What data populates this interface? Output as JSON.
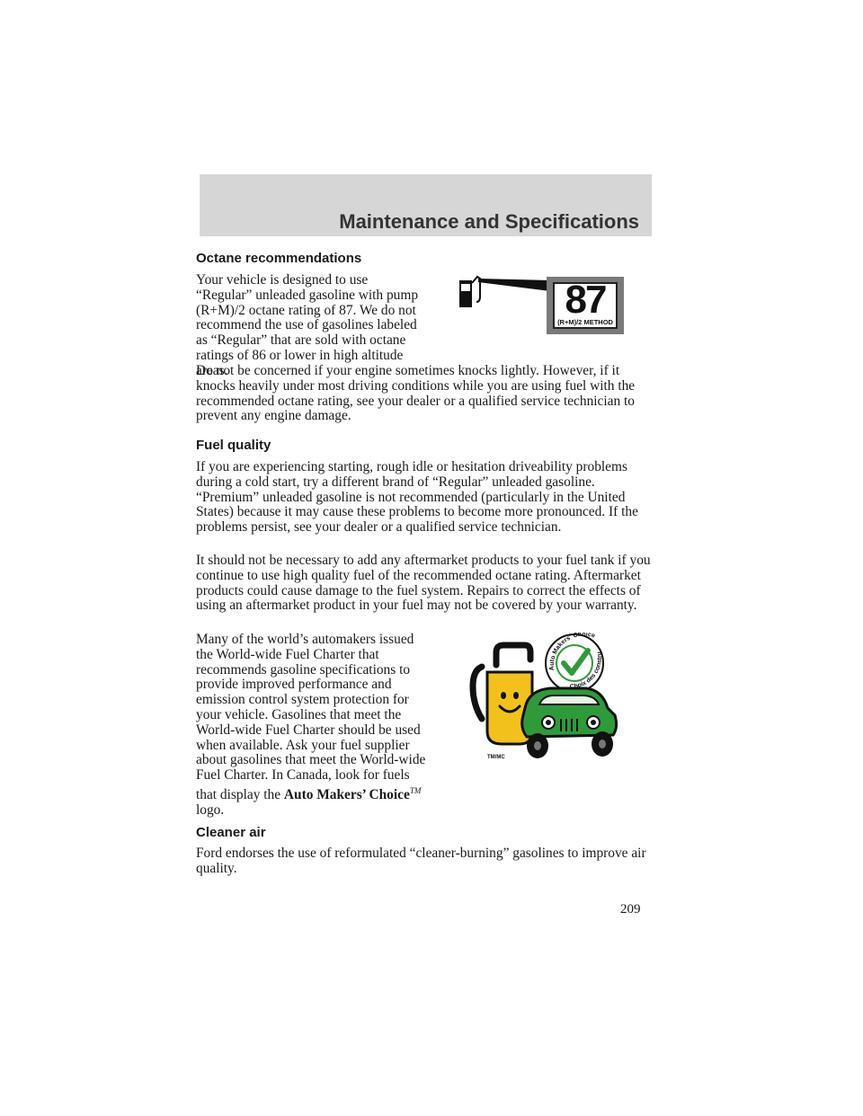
{
  "header": {
    "section_title": "Maintenance and Specifications"
  },
  "sections": {
    "octane": {
      "heading": "Octane recommendations",
      "para1": "Your vehicle is designed to use “Regular” unleaded gasoline with pump (R+M)/2 octane rating of 87. We do not recommend the use of gasolines labeled as “Regular” that are sold with octane ratings of 86 or lower in high altitude areas.",
      "para2": "Do not be concerned if your engine sometimes knocks lightly. However, if it knocks heavily under most driving conditions while you are using fuel with the recommended octane rating, see your dealer or a qualified service technician to prevent any engine damage."
    },
    "fuel_quality": {
      "heading": "Fuel quality",
      "para1": "If you are experiencing starting, rough idle or hesitation driveability problems during a cold start, try a different brand of “Regular” unleaded gasoline. “Premium” unleaded gasoline is not recommended (particularly in the United States) because it may cause these problems to become more pronounced. If the problems persist, see your dealer or a qualified service technician.",
      "para2": "It should not be necessary to add any aftermarket products to your fuel tank if you continue to use high quality fuel of the recommended octane rating. Aftermarket products could cause damage to the fuel system. Repairs to correct the effects of using an aftermarket product in your fuel may not be covered by your warranty.",
      "para3_before": "Many of the world’s automakers issued the World-wide Fuel Charter that recommends gasoline specifications to provide improved performance and emission control system protection for your vehicle. Gasolines that meet the World-wide Fuel Charter should be used when available. Ask your fuel supplier about gasolines that meet the World-wide Fuel Charter. In Canada, look for fuels that display the",
      "para3_brand": "Auto Makers’ Choice",
      "para3_tm": "TM",
      "para3_after": "logo."
    },
    "cleaner_air": {
      "heading": "Cleaner air",
      "para1": "Ford endorses the use of reformulated “cleaner-burning” gasolines to improve air quality."
    }
  },
  "octane_label": {
    "number": "87",
    "method": "(R+M)/2 METHOD"
  },
  "amc_logo": {
    "ring_text_top": "Auto Makers' Choice",
    "ring_text_bottom": "Choix des constructeurs",
    "small_mark": "TM/MC",
    "colors": {
      "green": "#2f9a3a",
      "yellow": "#f2c21b",
      "outline": "#111111"
    }
  },
  "footer": {
    "page_number": "209"
  }
}
